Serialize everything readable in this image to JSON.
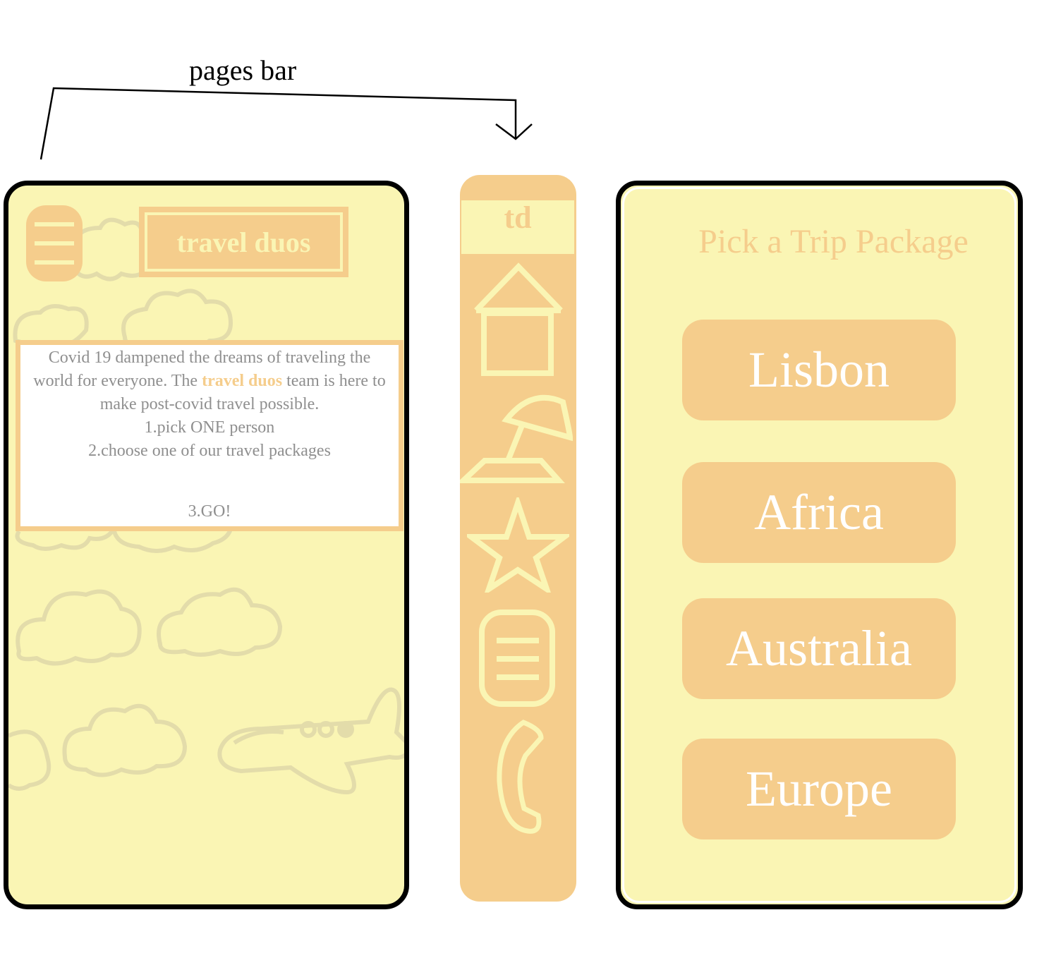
{
  "annotation": {
    "label": "pages bar"
  },
  "home_screen": {
    "menu_icon": "hamburger-menu-icon",
    "logo_text": "travel duos",
    "intro": {
      "line1": "Covid 19 dampened the dreams of traveling the",
      "line2_before": "world for everyone. The ",
      "line2_highlight": "travel duos",
      "line2_after": " team is here to",
      "line3": "make post-covid travel possible.",
      "step1": "1.pick ONE person",
      "step2": "2.choose one of our travel packages",
      "step3": "3.GO!"
    },
    "background_icons": [
      "cloud-icon",
      "airplane-icon"
    ]
  },
  "pages_bar": {
    "logo_text": "td",
    "icons": [
      "home-icon",
      "beach-umbrella-icon",
      "star-icon",
      "list-icon",
      "phone-icon"
    ]
  },
  "packages_screen": {
    "title": "Pick a Trip Package",
    "packages": [
      {
        "label": "Lisbon"
      },
      {
        "label": "Africa"
      },
      {
        "label": "Australia"
      },
      {
        "label": "Europe"
      }
    ]
  },
  "colors": {
    "background": "#faf5b4",
    "accent": "#f5cd8c",
    "text_gray": "#8f8f8f",
    "outline": "#000000"
  }
}
